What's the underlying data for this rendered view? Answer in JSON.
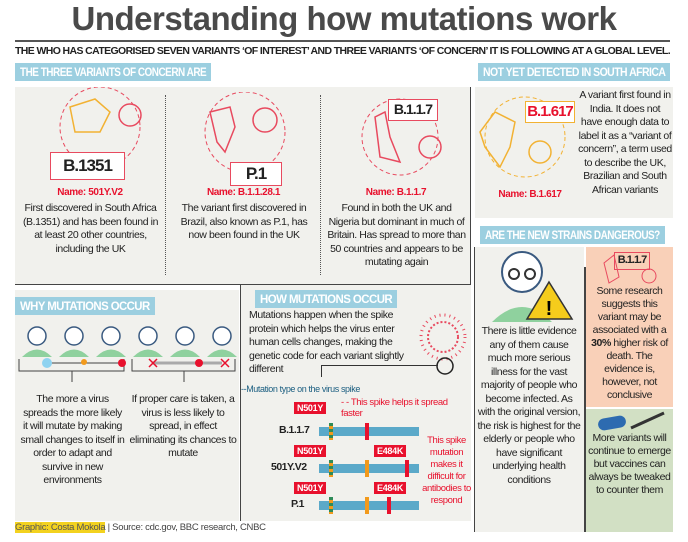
{
  "title": "Understanding how mutations work",
  "subtitle": "THE WHO HAS CATEGORISED SEVEN VARIANTS ‘OF INTEREST’ AND THREE VARIANTS ‘OF CONCERN’ IT IS FOLLOWING AT A GLOBAL LEVEL.",
  "concern": {
    "label": "THE THREE VARIANTS OF CONCERN ARE",
    "variants": [
      {
        "code": "B.1351",
        "name": "Name: 501Y.V2",
        "text": "First discovered in South Africa (B.1351) and has been found in at least 20 other countries, including the UK"
      },
      {
        "code": "P.1",
        "name": "Name: B.1.1.28.1",
        "text": "The variant first discovered in Brazil, also known as P.1, has now been found in the UK"
      },
      {
        "code": "B.1.1.7",
        "name": "Name: B.1.1.7",
        "text": "Found in both the UK and Nigeria but dominant in much of Britain. Has spread to more than 50 countries and appears to be mutating again"
      }
    ]
  },
  "not_detected": {
    "label": "NOT YET DETECTED IN SOUTH AFRICA",
    "code": "B.1.617",
    "name": "Name: B.1.617",
    "text": "A variant first found in India. It does not have enough data to label it as a “variant of concern”, a term used to describe the UK, Brazilian and South African variants"
  },
  "why": {
    "label": "WHY MUTATIONS OCCUR",
    "left": "The more a virus spreads the more likely it will mutate by making small changes to itself in order to adapt and survive in new environments",
    "right": "If proper care is taken, a virus is less likely to spread, in effect eliminating its chances to mutate"
  },
  "how": {
    "label": "HOW MUTATIONS OCCUR",
    "text": "Mutations happen when the spike protein which helps the virus enter human cells changes, making the genetic code for each variant slightly different",
    "legend": "Mutation type on the virus spike",
    "note1": "This spike helps it spread faster",
    "note2": "This spike mutation makes it difficult for antibodies to respond",
    "rows": [
      {
        "variant": "B.1.1.7",
        "tags": [
          "N501Y"
        ]
      },
      {
        "variant": "501Y.V2",
        "tags": [
          "N501Y",
          "E484K"
        ]
      },
      {
        "variant": "P.1",
        "tags": [
          "N501Y",
          "E484K"
        ]
      }
    ]
  },
  "dangerous": {
    "label": "ARE THE NEW STRAINS DANGEROUS?",
    "left": "There is little evidence any of them cause much more serious illness for the vast majority of people who become infected. As with the original version, the risk is highest for the elderly or people who have significant underlying health conditions",
    "code": "B.1.1.7",
    "research_pre": "Some research suggests this variant may be associated with a ",
    "research_bold": "30%",
    "research_post": " higher risk of death. The evidence is, however, not conclusive",
    "vaccine": "More variants will continue to emerge but vaccines can always be tweaked to counter them"
  },
  "footer": {
    "credit": "Graphic: Costa Mokola",
    "source": "| Source: cdc.gov, BBC research, CNBC"
  },
  "colors": {
    "accent": "#9ccfe0",
    "red": "#e8112d",
    "panel": "#f1f1ed",
    "peach": "#f9d0b8",
    "green": "#d2e0c4"
  }
}
